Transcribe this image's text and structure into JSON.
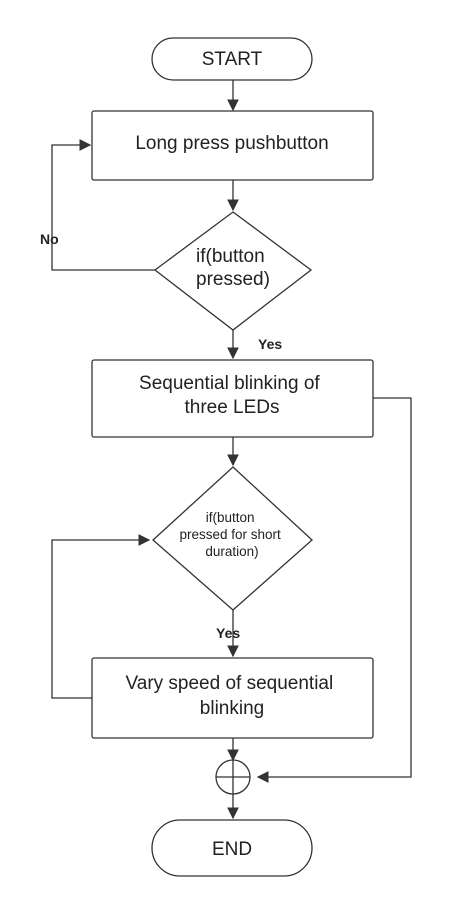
{
  "nodes": {
    "start": "START",
    "long_press": "Long press pushbutton",
    "decision1": [
      "if(button",
      "pressed)"
    ],
    "sequential": [
      "Sequential blinking of",
      "three LEDs"
    ],
    "decision2": [
      "if(button",
      "pressed for short",
      "duration)"
    ],
    "vary_speed": [
      "Vary speed of sequential",
      "blinking"
    ],
    "end": "END"
  },
  "edge_labels": {
    "no": "No",
    "yes1": "Yes",
    "yes2": "Yes"
  },
  "colors": {
    "stroke": "#333333",
    "fill": "#ffffff",
    "text": "#222222"
  }
}
